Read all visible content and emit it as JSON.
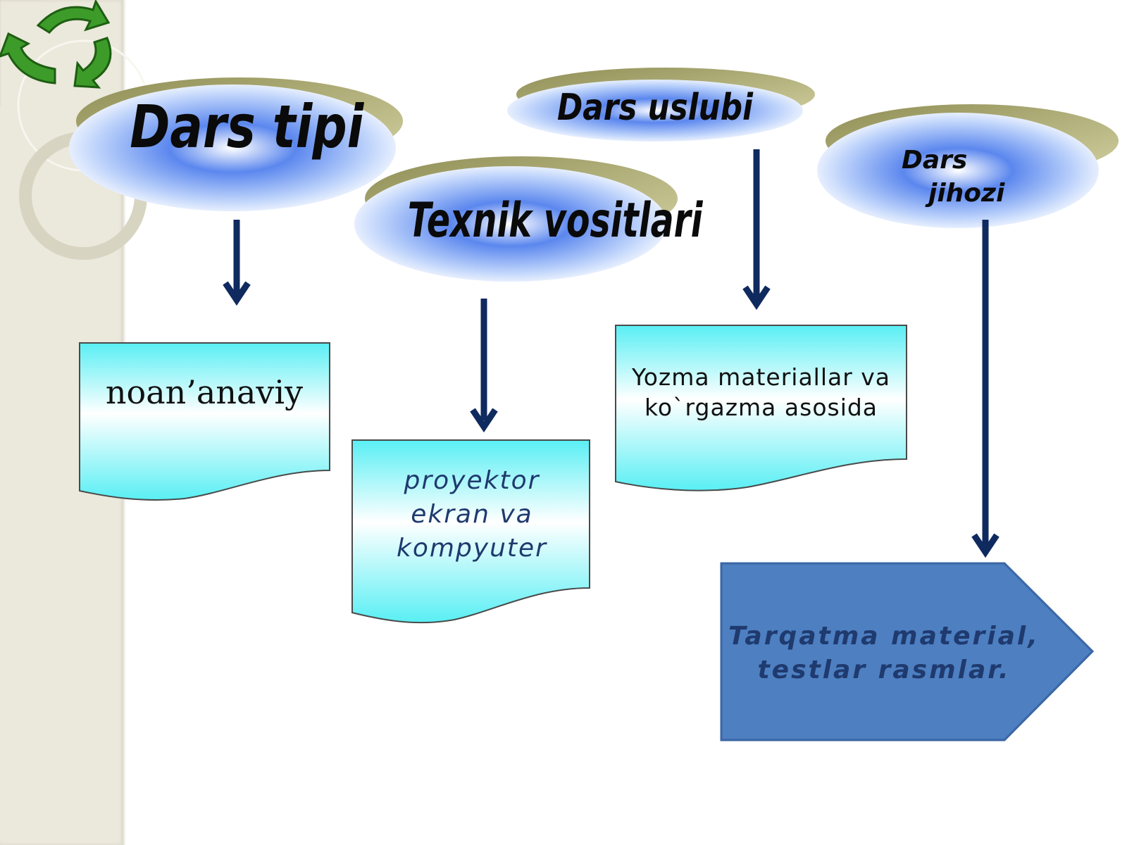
{
  "diagram": {
    "headers": {
      "dars_tipi": "Dars   tipi",
      "texnik": "Texnik  vositlari",
      "dars_uslubi": "Dars   uslubi",
      "dars_jihozi_line1": "Dars",
      "dars_jihozi_line2": "jihozi"
    },
    "boxes": {
      "noananaviy": "noan’anaviy",
      "proyektor_line1": "proyektor",
      "proyektor_line2": "ekran va",
      "proyektor_line3": "kompyuter",
      "yozma_line1": "Yozma materiallar va",
      "yozma_line2": "ko`rgazma asosida",
      "tarqatma_line1": "Tarqatma  material,",
      "tarqatma_line2": "testlar  rasmlar."
    }
  },
  "icons": [
    "recycle-icon"
  ],
  "colors": {
    "arrow": "#0f2a5f",
    "ellipse_blue": "#4f7fe8",
    "ellipse_rim": "#b7b47a",
    "doc_top": "#5ff2f6",
    "pentagon": "#4d7fc1"
  }
}
